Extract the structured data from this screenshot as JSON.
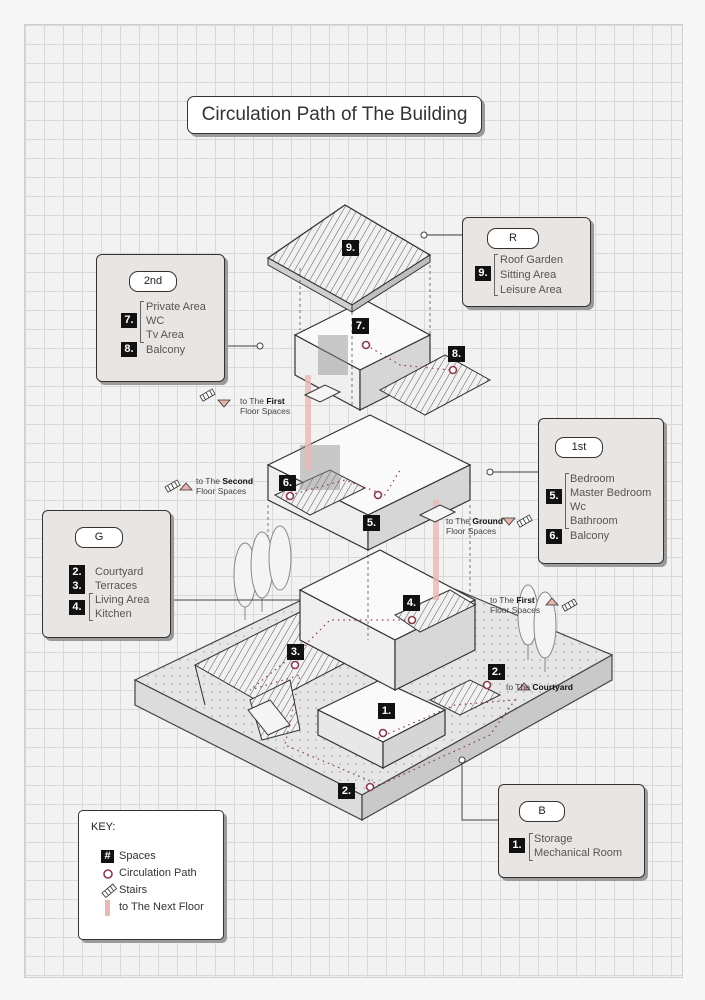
{
  "title": "Circulation Path of The Building",
  "panels": {
    "roof": {
      "tag": "R",
      "marks": [
        "9."
      ],
      "items": [
        "Roof Garden",
        "Sitting Area",
        "Leisure Area"
      ]
    },
    "second": {
      "tag": "2nd",
      "marks": [
        "7.",
        "8."
      ],
      "items": [
        "Private Area",
        "WC",
        "Tv Area",
        "Balcony"
      ]
    },
    "first": {
      "tag": "1st",
      "marks": [
        "5.",
        "6."
      ],
      "items": [
        "Bedroom",
        "Master Bedroom",
        "Wc",
        "Bathroom",
        "Balcony"
      ]
    },
    "ground": {
      "tag": "G",
      "marks": [
        "2.",
        "3.",
        "4."
      ],
      "items": [
        "Courtyard",
        "Terraces",
        "Living Area",
        "Kitchen"
      ]
    },
    "basement": {
      "tag": "B",
      "marks": [
        "1."
      ],
      "items": [
        "Storage",
        "Mechanical Room"
      ]
    }
  },
  "drawing_marks": {
    "m9": "9.",
    "m7": "7.",
    "m8": "8.",
    "m6": "6.",
    "m5": "5.",
    "m4": "4.",
    "m3": "3.",
    "m2a": "2.",
    "m1": "1.",
    "m2b": "2."
  },
  "nav_notes": {
    "to_first_top": {
      "prefix": "to The",
      "bold": "First",
      "line2": "Floor Spaces"
    },
    "to_second": {
      "prefix": "to The",
      "bold": "Second",
      "line2": "Floor Spaces"
    },
    "to_ground": {
      "prefix": "to The",
      "bold": "Ground",
      "line2": "Floor Spaces"
    },
    "to_first_right": {
      "prefix": "to The",
      "bold": "First",
      "line2": "Floor Spaces"
    },
    "to_courtyard": {
      "prefix": "to The",
      "bold": "Courtyard"
    }
  },
  "key": {
    "heading": "KEY:",
    "spaces_symbol": "#",
    "items": [
      "Spaces",
      "Circulation Path",
      "Stairs",
      "to The Next Floor"
    ]
  },
  "colors": {
    "panel_fill": "#e9e5e3",
    "path_dots": "#8a3a4a",
    "next_floor": "#e8b9b4"
  }
}
